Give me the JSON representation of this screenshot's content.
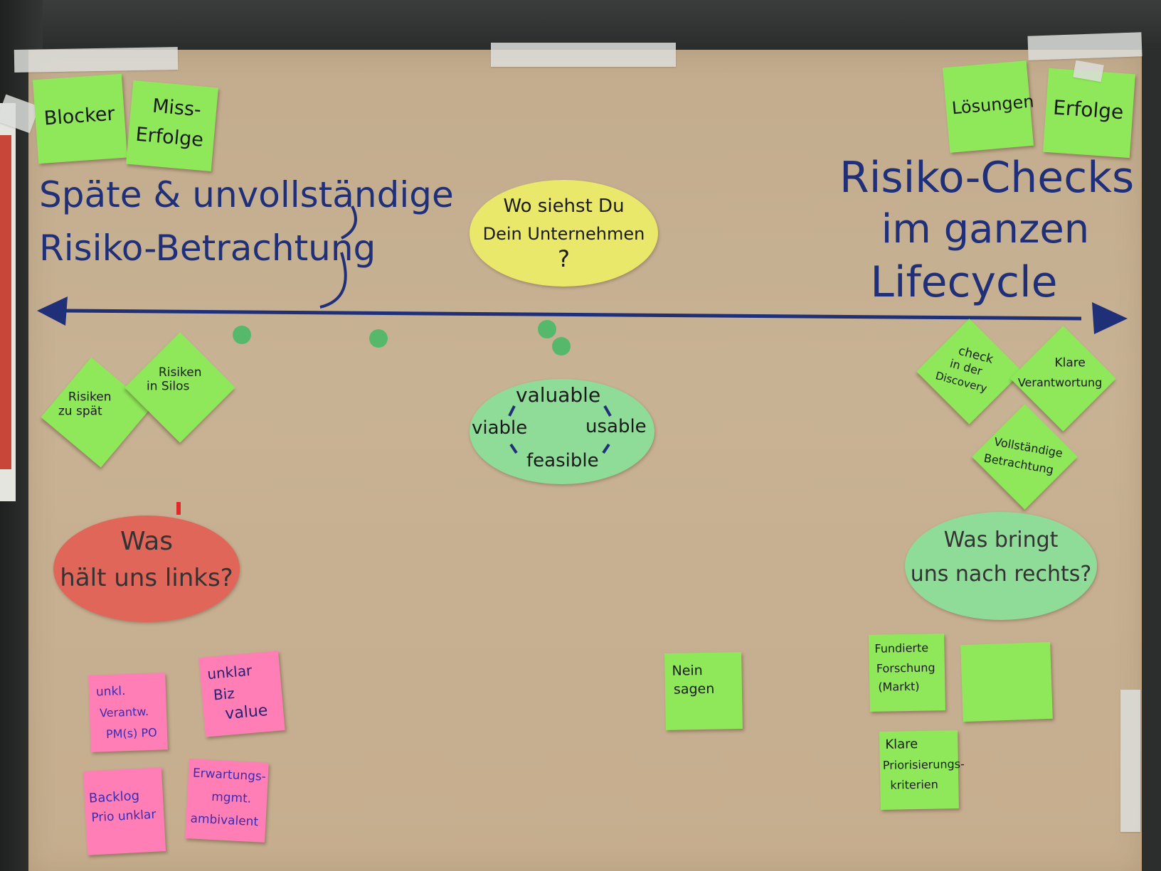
{
  "header": {
    "left_title_line1": "Späte & unvollständige",
    "left_title_line2": "Risiko-Betrachtung",
    "right_title_line1": "Risiko-Checks",
    "right_title_line2": "im ganzen",
    "right_title_line3": "Lifecycle"
  },
  "top_left_notes": [
    {
      "text": "Blocker"
    },
    {
      "line1": "Miss-",
      "line2": "Erfolge"
    }
  ],
  "top_right_notes": [
    {
      "text": "Lösungen"
    },
    {
      "text": "Erfolge"
    }
  ],
  "center_question": {
    "line1": "Wo siehst Du",
    "line2": "Dein Unternehmen",
    "line3": "?"
  },
  "risk_diamond": {
    "top": "valuable",
    "left": "viable",
    "right": "usable",
    "bottom": "feasible"
  },
  "left_diamond_notes": [
    {
      "line1": "Risiken",
      "line2": "zu spät"
    },
    {
      "line1": "Risiken",
      "line2": "in Silos"
    }
  ],
  "right_diamond_notes": [
    {
      "line1": "check",
      "line2": "in der",
      "line3": "Discovery"
    },
    {
      "line1": "Klare",
      "line2": "Verantwortung"
    },
    {
      "line1": "Vollständige",
      "line2": "Betrachtung"
    }
  ],
  "left_question": {
    "line1": "Was",
    "line2": "hält uns links?"
  },
  "right_question": {
    "line1": "Was bringt",
    "line2": "uns nach rechts?"
  },
  "pink_notes": [
    {
      "line1": "unkl.",
      "line2": "Verantw.",
      "line3": "PM(s) PO"
    },
    {
      "line1": "unklar",
      "line2": "Biz",
      "line3": "value"
    },
    {
      "line1": "Backlog",
      "line2": "Prio unklar"
    },
    {
      "line1": "Erwartungs-",
      "line2": "mgmt.",
      "line3": "ambivalent"
    }
  ],
  "bottom_green_notes": [
    {
      "line1": "Nein",
      "line2": "sagen"
    },
    {
      "line1": "Fundierte",
      "line2": "Forschung",
      "line3": "(Markt)"
    },
    {
      "line1": "Klare",
      "line2": "Priorisierungs-",
      "line3": "kriterien"
    }
  ],
  "colors": {
    "paper": "#c6af91",
    "marker_blue": "#1f2f78",
    "sticky_green": "#8ee85a",
    "sticky_pink": "#ff7eb6",
    "ellipse_yellow": "#e9e86a",
    "ellipse_green": "#8fdc98",
    "ellipse_red": "#e0665a"
  },
  "icons": [
    "double-headed-arrow",
    "green-dot"
  ]
}
